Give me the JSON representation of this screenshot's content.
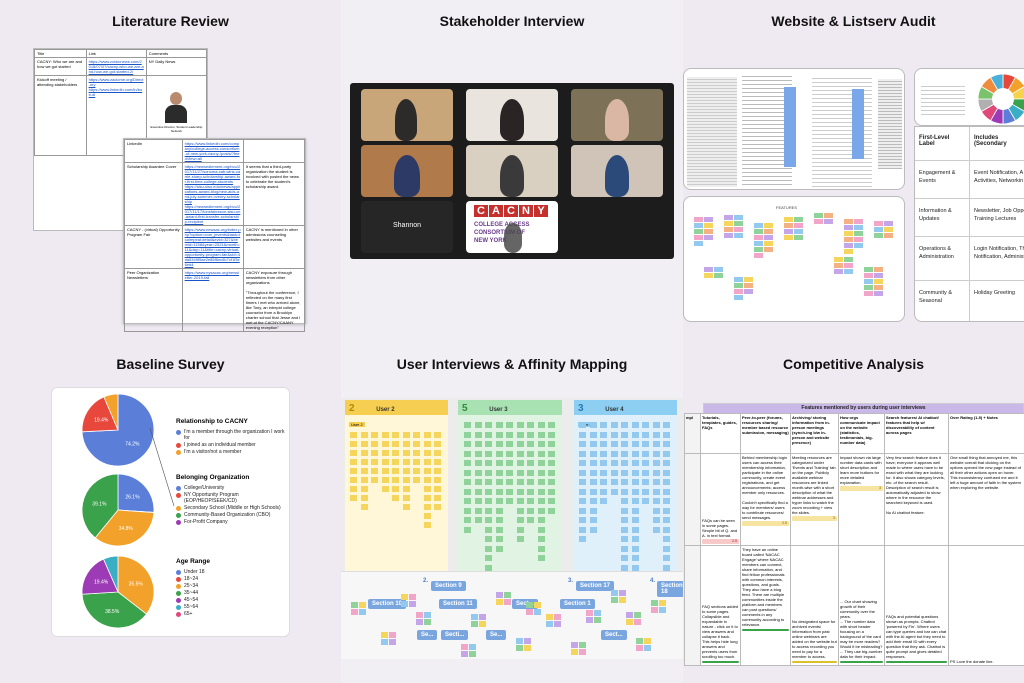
{
  "panels": {
    "literature_review": {
      "title": "Literature Review",
      "table1": {
        "headers": [
          "Title",
          "Link",
          "Comments"
        ],
        "rows": [
          [
            "CACNY: Who we are and how we got started",
            "https://www.cutsicnews.com/2018/07/07/cacny-who-we-are-and-how-we-got-started-2/",
            "NY Daily News"
          ],
          [
            "Kickoff meeting / attending stakeholders",
            "https://www.zaclome.org/Direct-ory\nhttps://www.linkedin.com/in/bob-di",
            ""
          ]
        ],
        "profile_caption": "Executive Director, Student Leadership Network"
      },
      "table2": {
        "rows": [
          [
            "LinkedIn",
            "https://www.linkedin.com/company/college-access-consortium-of-new-york-cacny-/posts/?feedView=all",
            ""
          ],
          [
            "Scholarship Awardee Cover",
            "https://newsedlement.org/bco/2017/11/27/sonoma-cab-wins-carrie-sharp-scholarship-award-for-first-time-college-students\nhttps://sisu-sisu.edu/news/applications-award-blog/new-aids-and-july-summer-ovenry-scholarship\nhttps://newsedlement.org/bco/2017/11/17/tonsfahrsson-sisu-on-award-first-transfer-scholarship-recipient",
            "It seems that a third-party organization the student is involved with posted the news to celebrate the student's scholarship award."
          ],
          [
            "CACNY - (virtual) Opportunity Program Fair",
            "https://www.newsac.org/index.php?option=com_jevents&task=icalrepeat.detail&evid=327&Itemid=1158&year=2021&month=11&day=11&title=cacny-virtual-opportunity-program-fair&uid=4da5349f5ae2e86f6ec6b7cf1f3e6ed4",
            "CACNY is mentioned in other admissions counseling websites and events"
          ],
          [
            "Peer Organization Newsletters",
            "https://www.nysacac.org/newsletter-2019-fall",
            "CACNY exposure through newsletters from other organizations\n\n\"Throughout the conference, I reflected on the many first timers I met who arrived alone, like Tony, an intrepid college counselor from a Brooklyn charter school that Jesse and I met at the CACNY/CAANY evening reception\""
          ]
        ]
      }
    },
    "stakeholder_interview": {
      "title": "Stakeholder Interview",
      "participant_name": "Shannon",
      "logo_letters": [
        "C",
        "A",
        "C",
        "N",
        "Y"
      ],
      "logo_text": [
        "COLLEGE ACCESS",
        "CONSORTIUM OF",
        "NEW YORK"
      ]
    },
    "website_audit": {
      "title": "Website & Listserv Audit",
      "features_label": "FEATURES",
      "table_headers": [
        "First-Level Label",
        "Includes (Secondary"
      ],
      "table_rows": [
        [
          "Engagement & Events",
          "Event Notification, A Activities, Networkin"
        ],
        [
          "Information & Updates",
          "Newsletter, Job Oppo Training Lectures"
        ],
        [
          "Operations & Administration",
          "Login Notification, Th Notification, Administ"
        ],
        [
          "Community & Seasonal",
          "Holiday Greeting"
        ]
      ]
    },
    "baseline_survey": {
      "title": "Baseline Survey",
      "charts": [
        {
          "title": "Relationship to CACNY",
          "slices": [
            {
              "label": "I'm a member through the organization I work for",
              "value": 74.2,
              "color": "#5b7fd9"
            },
            {
              "label": "I joined as an individual member",
              "value": 19.4,
              "color": "#e8473c"
            },
            {
              "label": "I'm a visitor/not a member",
              "value": 6.4,
              "color": "#f2a22b"
            }
          ],
          "shown_labels": [
            "74.2%",
            "19.4%"
          ]
        },
        {
          "title": "Belonging Organization",
          "slices": [
            {
              "label": "College/University",
              "value": 26.1,
              "color": "#5b7fd9"
            },
            {
              "label": "NY Opportunity Program (EOP/HEOP/SEEK/CD)",
              "value": 0.1,
              "color": "#e8473c"
            },
            {
              "label": "Secondary School (Middle or High Schools)",
              "value": 34.8,
              "color": "#f2a22b"
            },
            {
              "label": "Community-Based Organization (CBO)",
              "value": 39.1,
              "color": "#3aa24a"
            },
            {
              "label": "For-Profit Company",
              "value": 0.0,
              "color": "#9c3bb5"
            }
          ],
          "shown_labels": [
            "39.1%",
            "34.8%",
            "26.1%"
          ]
        },
        {
          "title": "Age Range",
          "slices": [
            {
              "label": "Under 18",
              "value": 0,
              "color": "#5b7fd9"
            },
            {
              "label": "18~24",
              "value": 0,
              "color": "#e8473c"
            },
            {
              "label": "25~34",
              "value": 35.5,
              "color": "#f2a22b"
            },
            {
              "label": "35~44",
              "value": 38.5,
              "color": "#3aa24a"
            },
            {
              "label": "45~54",
              "value": 19.4,
              "color": "#9c3bb5"
            },
            {
              "label": "55~64",
              "value": 6.6,
              "color": "#3aaec5"
            },
            {
              "label": "65+",
              "value": 0,
              "color": "#e0487a"
            }
          ],
          "shown_labels": [
            "38.5%",
            "35.5%",
            "19.4%"
          ]
        }
      ]
    },
    "affinity": {
      "title": "User Interviews & Affinity Mapping",
      "columns": [
        {
          "num": "2",
          "label": "User 2",
          "sub": "User 2"
        },
        {
          "num": "5",
          "label": "User 3",
          "sub": ""
        },
        {
          "num": "3",
          "label": "User 4",
          "sub": "User 4"
        }
      ],
      "section_numbers": [
        "2.",
        "3.",
        "4."
      ],
      "sections": [
        "Section 9",
        "Section 10",
        "Section 11",
        "Sect...",
        "Section 17",
        "Section 1",
        "Section 18",
        "Se...",
        "Secti...",
        "Se...",
        "Sect..."
      ]
    },
    "competitive": {
      "title": "Competitive Analysis",
      "banner": "Features mentioned by users during user interviews",
      "headers": [
        "Tutorials, templates, guides, FAQs",
        "Peer-to-peer (forums, resources sharing/ member based resource submission, messaging)",
        "Archiving/ storing information from in-person meetings (synch-ing b/w in-person and website presence)",
        "How orgs communicate impact on the website (statistics, testimonials, big-number data)",
        "Search features/ AI chatbot/ features that help w/ discoverability of content across pages",
        "Over Rating (1-5) + Notes"
      ],
      "row_label_partial": "mpl",
      "cells_row1": [
        "FAQs can be seen in some pages. Simple bit of Q. and A. in text format.",
        "Behind membership login users can access their membership information, participate in the online community, create event registrations, and get announcements; access member only resources.\n\nCouldn't specifically find a way for members/ users to contribute resources/ send messages.",
        "Meeting resources are categorized under 'Events and Training' tab on the page. Publicly available webinar resources are linked month-wise with a short description of what the webinar addresses and hyper links to watch the zoom recording + view the slides.",
        "Impact shown via large number data cards with short description and learn more buttons for more detailed explanation.",
        "Very few search feature does it have; everyone it appears well made to where users have to be exact with what they are looking for. It also shows category levels, etc. of the search result. Description of search result is automatically adjusted to show where in the resource the searched keyword is used.\n\nNo AI chatbot feature.",
        "One small thing that annoyed me, this website overall that clicking on the options opened the new page instead of all their other actions open on hover. This inconsistency confused me and it left a huge amount of faith in the system when exploring the website."
      ],
      "cells_row2": [
        "FAQ sections added to some pages. Collapsible and expandable in nature - click on it to view answers and collapse it back. This helps hide long answers and prevents users from scrolling too much.",
        "They have an online board called 'NACAC Engage' where NACAC members can connect, share information, and find fellow professionals with common interests, questions, and goals. They also have a blog feed. There are multiple communities inside the platform and members can post questions/ comments in any community according to relevance.",
        "No designated space for archived events/ information from past online webinars are added on the website but to access recording you need to pay for a member to access.",
        "... Our chart showing growth of their community over the years.\n... The number data with short header focusing on a background of the card may be more readers? Would it be misleading?\n... They use big-number data for their impact.",
        "FAQs and potential questions shown as prompts. Chatbot 'powered by Fin'. Where users can type queries and bar can chat with the AI agent but they need to add their email ID with every question that they ask. Chatbot is quite prompt and gives detailed responses.",
        "PS Love the donate line."
      ],
      "ratings_row1": [
        "2.5",
        "2.5",
        "3",
        "3"
      ],
      "ratings_row2": [
        "",
        "",
        "",
        ""
      ]
    }
  },
  "colors": {
    "background": "#efeaf2",
    "panel_light": "#f1eef4",
    "accent_blue": "#5b7fd9",
    "accent_red": "#e8473c",
    "accent_orange": "#f2a22b",
    "accent_green": "#3aa24a",
    "accent_purple": "#9c3bb5",
    "zoom_bg": "#1c1c1c"
  }
}
